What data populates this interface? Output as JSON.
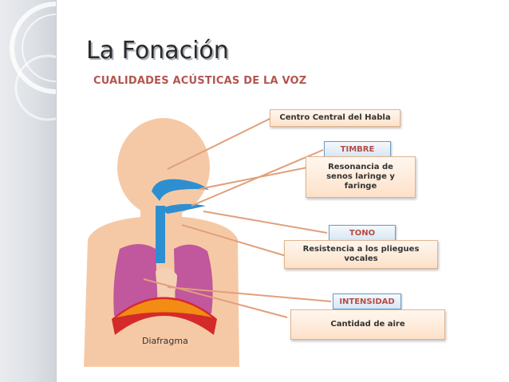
{
  "title": "La Fonación",
  "subtitle": "CUALIDADES ACÚSTICAS DE LA VOZ",
  "labels": {
    "centro": "Centro Central del Habla",
    "timbre": "TIMBRE",
    "resonancia": "Resonancia de senos laringe y faringe",
    "tono": "TONO",
    "resistencia": "Resistencia a los pliegues vocales",
    "intensidad": "INTENSIDAD",
    "cantidad": "Cantidad de aire",
    "diafragma": "Diafragma"
  },
  "colors": {
    "skin": "#f6c9a6",
    "lungs": "#c1579c",
    "diaphragm": "#f28c14",
    "airway": "#2d8fd0",
    "accent_text": "#b3564f",
    "box_border": "#e2b48e",
    "tag_border": "#6a9cc6"
  }
}
